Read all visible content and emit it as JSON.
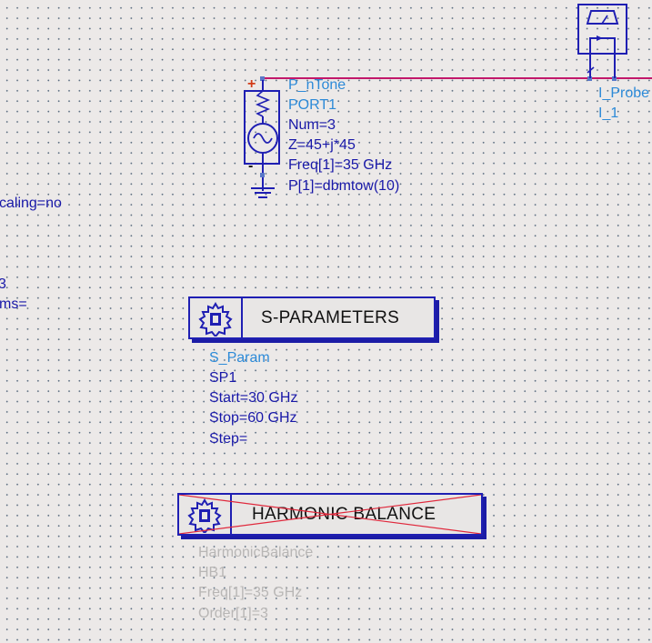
{
  "left_fragments": {
    "scaling": "caling=no",
    "val_3": "3",
    "ams": "ms="
  },
  "source": {
    "plus_sign": "+",
    "minus_sign": "-",
    "type": "P_nTone",
    "instance": "PORT1",
    "num": "Num=3",
    "z": "Z=45+j*45",
    "freq": "Freq[1]=35 GHz",
    "power": "P[1]=dbmtow(10)"
  },
  "probe": {
    "type": "I_Probe",
    "instance": "I_1"
  },
  "sparam": {
    "title": "S-PARAMETERS",
    "type": "S_Param",
    "instance": "SP1",
    "start": "Start=30 GHz",
    "stop": "Stop=60 GHz",
    "step": "Step="
  },
  "hb": {
    "title": "HARMONIC BALANCE",
    "type": "HarmonicBalance",
    "instance": "HB1",
    "freq": "Freq[1]=35 GHz",
    "order": "Order[1]=3",
    "deactivated": true
  },
  "colors": {
    "wire": "#c2186a",
    "component": "#1f1fb3",
    "instance_name": "#2c8ad8",
    "parameter": "#1818a8",
    "deactivated_text": "#b8b6b5",
    "deactivated_cross": "#e0283c",
    "background": "#ece9e8"
  },
  "icons": [
    "port-source-icon",
    "ground-icon",
    "current-probe-icon",
    "simulation-gear-icon"
  ]
}
